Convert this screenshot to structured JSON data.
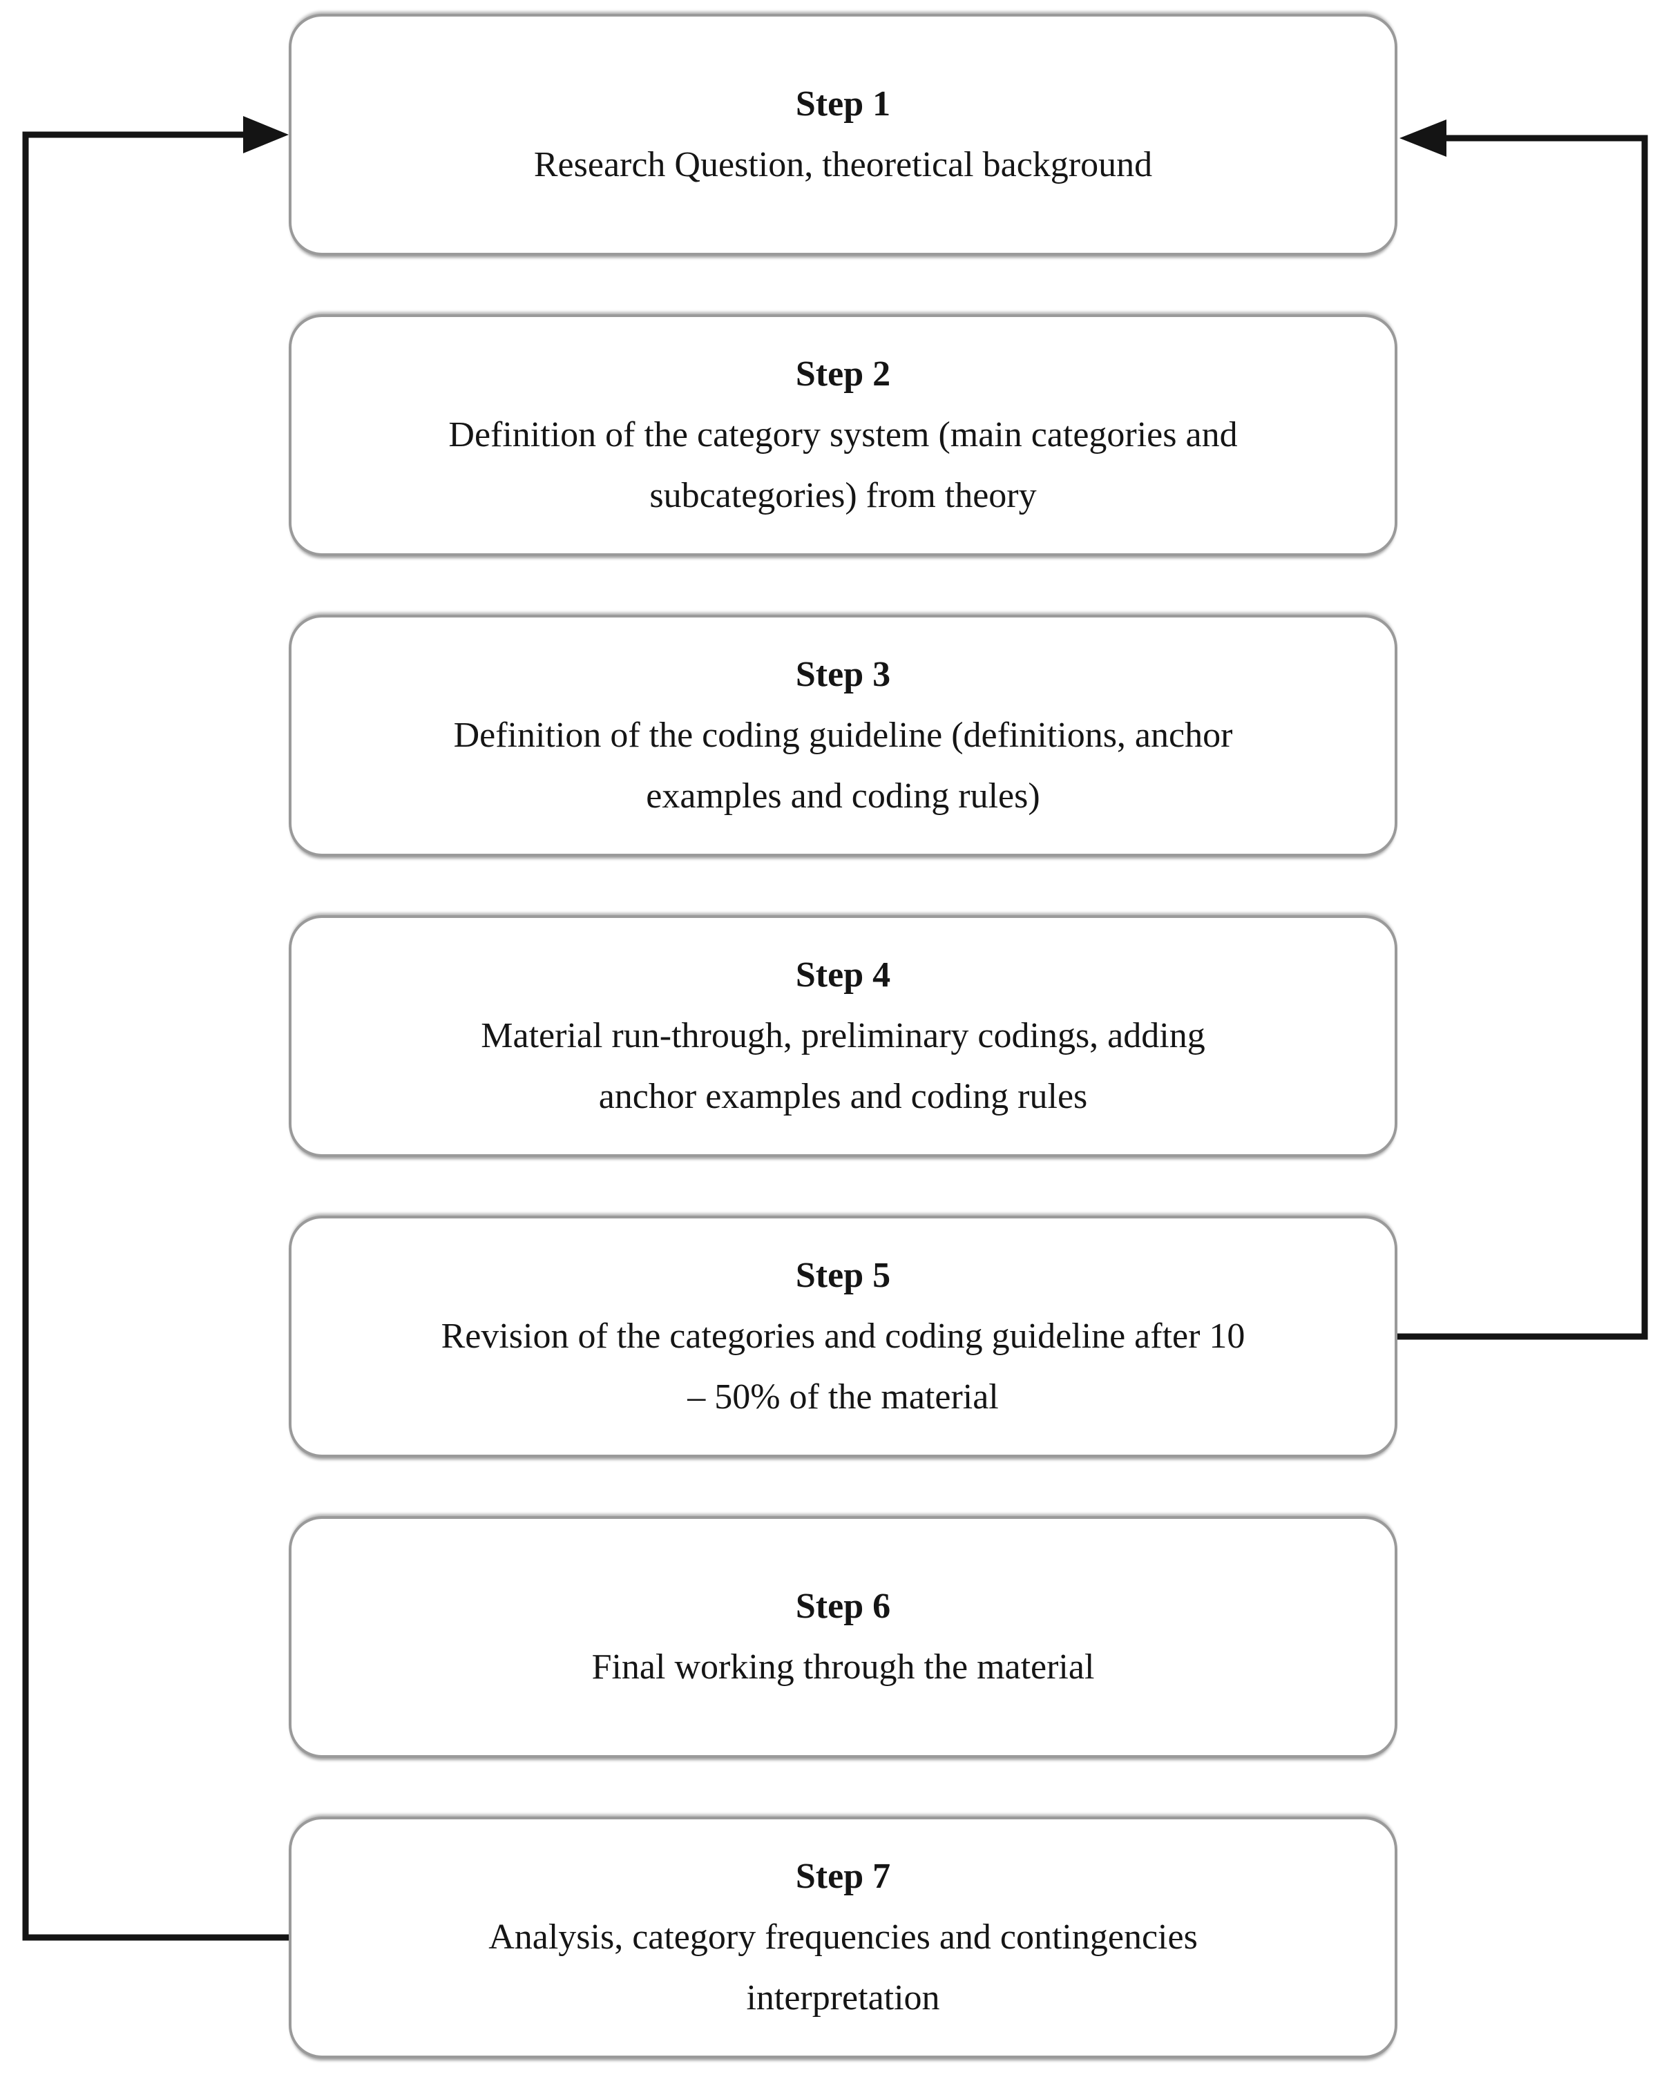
{
  "diagram": {
    "type": "flowchart",
    "background_color": "#ffffff",
    "box_fill_color": "#ffffff",
    "box_border_color": "#9a9a9a",
    "connector_color": "#141414",
    "text_color": "#151515",
    "steps": [
      {
        "title": "Step 1",
        "body": "Research Question, theoretical background"
      },
      {
        "title": "Step 2",
        "body": "Definition of the category system (main categories and\nsubcategories) from theory"
      },
      {
        "title": "Step 3",
        "body": "Definition of the coding guideline (definitions, anchor\nexamples and coding rules)"
      },
      {
        "title": "Step 4",
        "body": "Material run-through, preliminary codings, adding\nanchor examples and coding rules"
      },
      {
        "title": "Step 5",
        "body": "Revision of the categories and coding guideline after 10\n– 50% of the material"
      },
      {
        "title": "Step 6",
        "body": "Final working through the material"
      },
      {
        "title": "Step 7",
        "body": "Analysis, category frequencies and contingencies\ninterpretation"
      }
    ],
    "connectors": [
      {
        "from": "Step 7",
        "to": "Step 1",
        "side": "left",
        "arrowhead_at": "Step 1"
      },
      {
        "from": "Step 5",
        "to": "Step 1",
        "side": "right",
        "arrowhead_at": "Step 1"
      }
    ]
  }
}
